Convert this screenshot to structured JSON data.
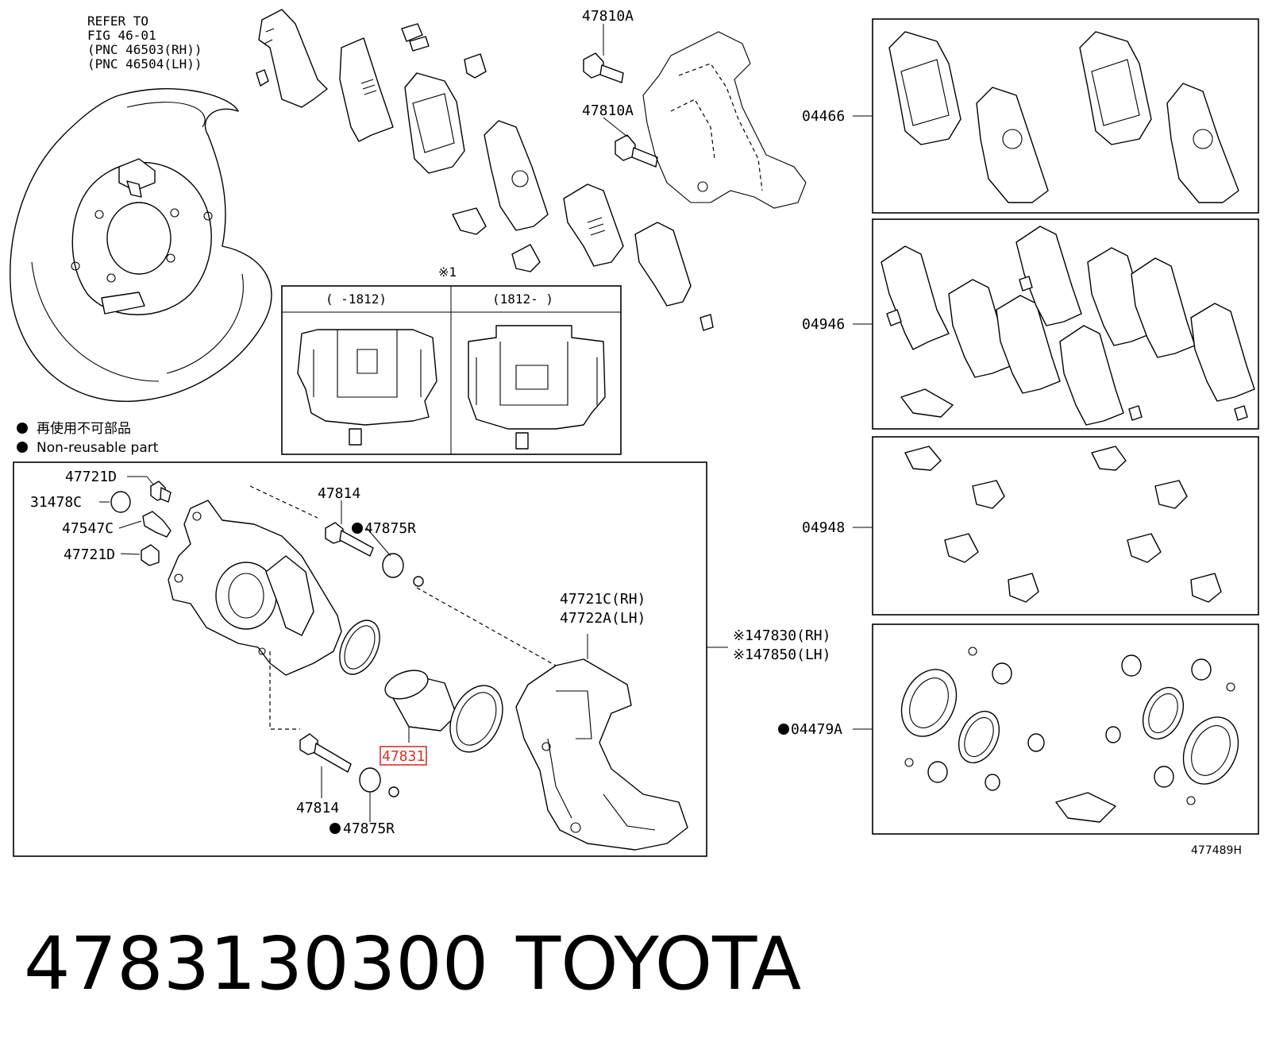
{
  "refer_note": [
    "REFER TO",
    "FIG 46-01",
    "(PNC 46503(RH))",
    "(PNC 46504(LH))"
  ],
  "legend": {
    "jp_text": "再使用不可部品",
    "en_text": "Non-reusable part"
  },
  "inset": {
    "marker": "※1",
    "left_title": "(     -1812)",
    "right_title": "(1812-     )"
  },
  "part_labels": {
    "p47810A_top": "47810A",
    "p47810A_mid": "47810A",
    "p47721D_a": "47721D",
    "p31478C": "31478C",
    "p47547C": "47547C",
    "p47721D_b": "47721D",
    "p47814_top": "47814",
    "p47875R_top": "47875R",
    "p47814_bot": "47814",
    "p47875R_bot": "47875R",
    "p47831": "47831",
    "p47721C": "47721C(RH)",
    "p47722A": "47722A(LH)",
    "p47830": "※147830(RH)",
    "p47850": "※147850(LH)",
    "k04466": "04466",
    "k04946": "04946",
    "k04948": "04948",
    "k04479A": "04479A"
  },
  "figure_id": "477489H",
  "footer": {
    "part_number": "4783130300",
    "brand": "TOYOTA"
  },
  "colors": {
    "highlight": "#e0302a",
    "ink": "#000000"
  }
}
